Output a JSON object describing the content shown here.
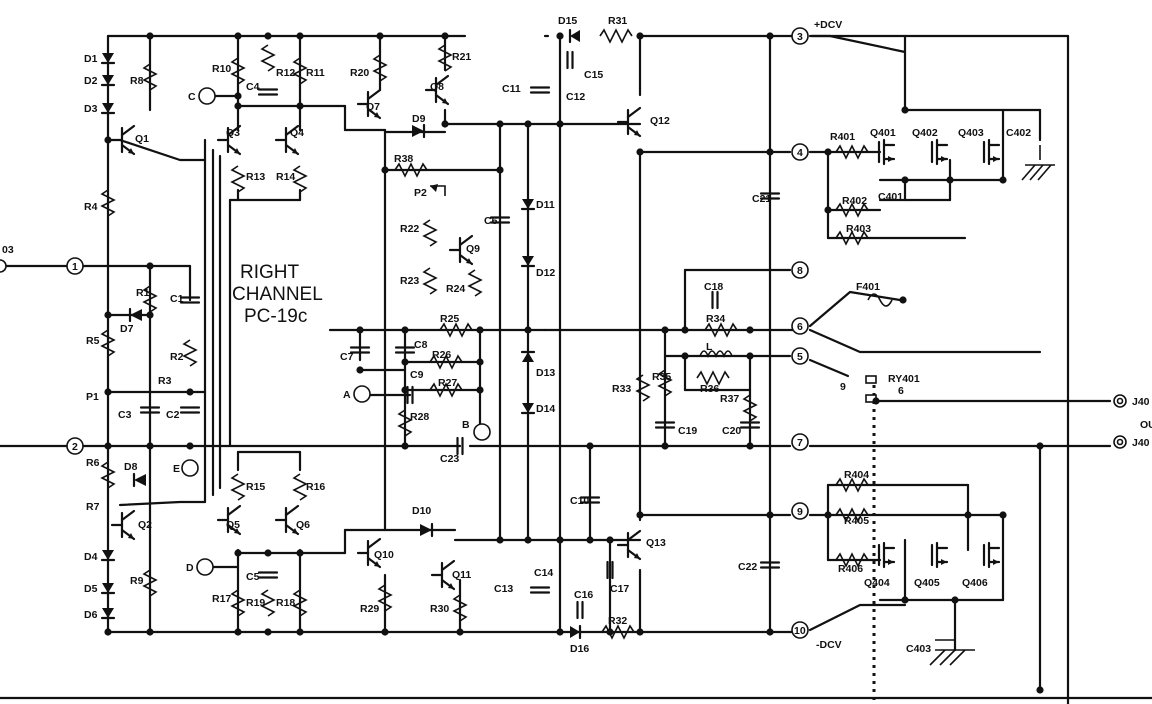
{
  "title_lines": [
    "RIGHT",
    "CHANNEL",
    "PC-19c"
  ],
  "inputs": {
    "c": "C",
    "e": "E",
    "d": "D",
    "a": "A",
    "b": "B"
  },
  "terminals": [
    "1",
    "2",
    "3",
    "4",
    "5",
    "6",
    "7",
    "8",
    "9",
    "10"
  ],
  "rails": {
    "pos": "+DCV",
    "neg": "-DCV"
  },
  "edge_labels": {
    "left_top": "03",
    "right_1": "J40",
    "right_2": "J40",
    "right_out": "OU"
  },
  "relay": {
    "name": "RY401",
    "pin9": "9",
    "pin6": "6"
  },
  "fuse": "F401",
  "labels_left": [
    "D1",
    "D2",
    "D3",
    "R8",
    "Q1",
    "R4",
    "R1",
    "C1",
    "D7",
    "R5",
    "R2",
    "P1",
    "R3",
    "C3",
    "C2",
    "R6",
    "D8",
    "R7",
    "Q2",
    "D4",
    "D5",
    "D6",
    "R9"
  ],
  "labels_diff": [
    "R10",
    "C4",
    "R12",
    "R11",
    "Q3",
    "Q4",
    "R13",
    "R14",
    "R15",
    "R16",
    "Q5",
    "Q6",
    "C5",
    "R17",
    "R19",
    "R18"
  ],
  "labels_vas": [
    "R20",
    "R21",
    "Q7",
    "Q8",
    "D9",
    "R38",
    "P2",
    "R22",
    "Q9",
    "R23",
    "R24",
    "R25",
    "C7",
    "C8",
    "R26",
    "C9",
    "R27",
    "R28",
    "C23",
    "D10",
    "Q10",
    "Q11",
    "R29",
    "R30"
  ],
  "labels_mid": [
    "D15",
    "R31",
    "C11",
    "C15",
    "C12",
    "C6",
    "D11",
    "D12",
    "D13",
    "D14",
    "C13",
    "C14",
    "C16",
    "D16",
    "R32",
    "C10",
    "C17",
    "Q12",
    "Q13",
    "R33",
    "C21",
    "C22"
  ],
  "labels_out": [
    "C18",
    "R34",
    "R35",
    "R36",
    "L",
    "R37",
    "C19",
    "C20",
    "R401",
    "Q401",
    "Q402",
    "Q403",
    "C402",
    "R402",
    "C401",
    "R403",
    "R404",
    "R405",
    "R406",
    "Q404",
    "Q405",
    "Q406",
    "C403"
  ]
}
